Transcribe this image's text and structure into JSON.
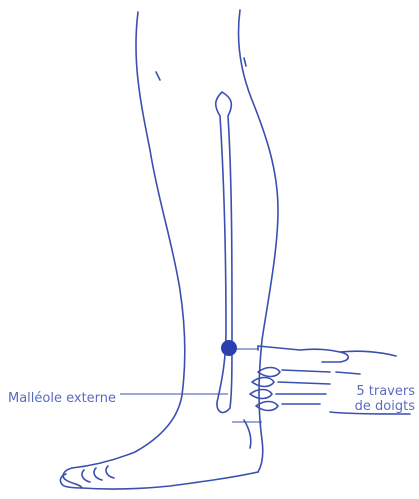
{
  "colors": {
    "ink": "#3a4fb0",
    "text": "#5a6cc0",
    "point": "#2a3fb0"
  },
  "labels": {
    "malleole": "Malléole externe",
    "travers_line1": "5 travers",
    "travers_line2": "de doigts"
  }
}
